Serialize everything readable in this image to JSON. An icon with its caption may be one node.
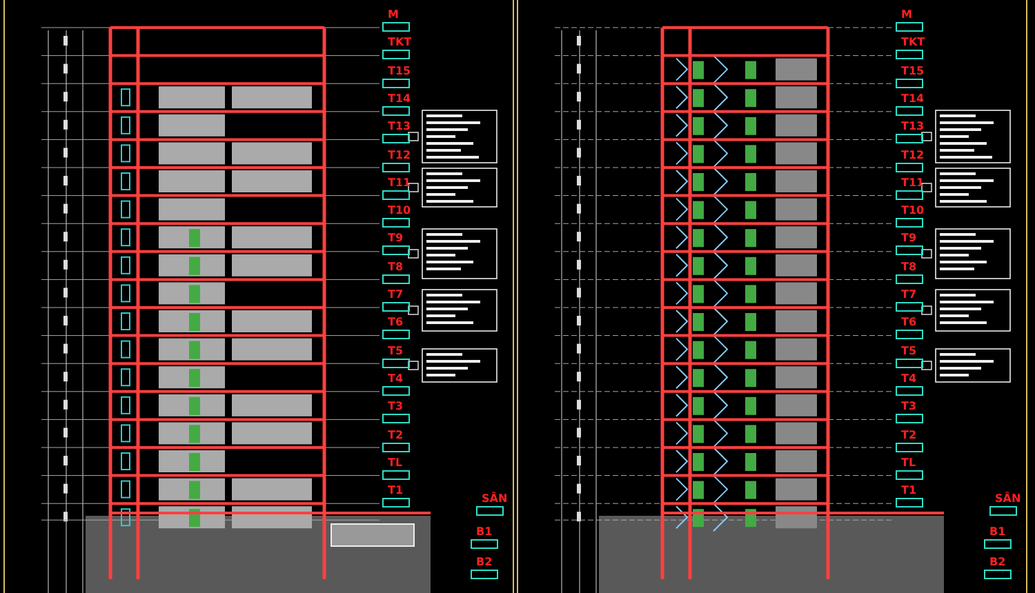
{
  "diagram": {
    "labels": [
      "M",
      "TKT",
      "T15",
      "T14",
      "T13",
      "T12",
      "T11",
      "T10",
      "T9",
      "T8",
      "T7",
      "T6",
      "T5",
      "T4",
      "T3",
      "T2",
      "TL",
      "T1",
      "SÂN",
      "B1",
      "B2",
      "M",
      "TKT",
      "T15",
      "T14",
      "T13",
      "T12",
      "T11",
      "T10",
      "T9",
      "T8",
      "T7",
      "T6",
      "T5",
      "T4",
      "T3",
      "T2",
      "TL",
      "T1",
      "SÂN",
      "B1",
      "B2"
    ]
  }
}
